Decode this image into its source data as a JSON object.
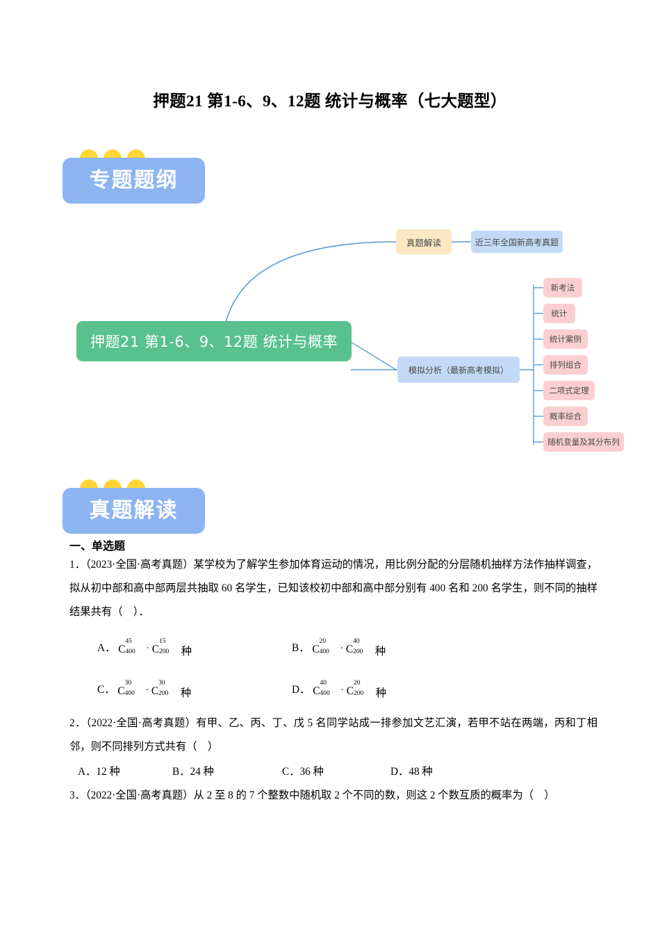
{
  "document": {
    "title": "押题21 第1-6、9、12题 统计与概率（七大题型）"
  },
  "badges": [
    {
      "label": "专题题纲"
    },
    {
      "label": "真题解读"
    }
  ],
  "mindmap": {
    "root": "押题21 第1-6、9、12题 统计与概率",
    "branch_real": "真题解读",
    "branch_real_child": "近三年全国新高考真题",
    "branch_sim": "模拟分析（最新高考模拟）",
    "sim_children": [
      "新考法",
      "统计",
      "统计案例",
      "排列组合",
      "二项式定理",
      "概率综合",
      "随机变量及其分布列"
    ],
    "colors": {
      "root": "#58c18e",
      "yellow": "#fbe7c2",
      "blue": "#c2daf5",
      "pink": "#fbcfd2",
      "line": "#5b9bd5"
    }
  },
  "section": {
    "heading": "一、单选题"
  },
  "questions": [
    {
      "number": "1．",
      "source": "（2023·全国·高考真题）",
      "text": "某学校为了解学生参加体育运动的情况，用比例分配的分层随机抽样方法作抽样调查，拟从初中部和高中部两层共抽取 60 名学生，已知该校初中部和高中部分别有 400 名和 200 名学生，则不同的抽样结果共有（　）．",
      "options": [
        {
          "label": "A．",
          "c1_base": "C",
          "c1_sup": "45",
          "c1_sub": "400",
          "c2_base": "C",
          "c2_sup": "15",
          "c2_sub": "200",
          "unit": "种"
        },
        {
          "label": "B．",
          "c1_base": "C",
          "c1_sup": "20",
          "c1_sub": "400",
          "c2_base": "C",
          "c2_sup": "40",
          "c2_sub": "200",
          "unit": "种"
        },
        {
          "label": "C．",
          "c1_base": "C",
          "c1_sup": "30",
          "c1_sub": "400",
          "c2_base": "C",
          "c2_sup": "30",
          "c2_sub": "200",
          "unit": "种"
        },
        {
          "label": "D．",
          "c1_base": "C",
          "c1_sup": "40",
          "c1_sub": "400",
          "c2_base": "C",
          "c2_sup": "20",
          "c2_sub": "200",
          "unit": "种"
        }
      ]
    },
    {
      "number": "2．",
      "source": "（2022·全国·高考真题）",
      "text": "有甲、乙、丙、丁、戊 5 名同学站成一排参加文艺汇演，若甲不站在两端，丙和丁相邻，则不同排列方式共有（　）",
      "options": [
        {
          "label": "A．",
          "value": "12 种"
        },
        {
          "label": "B．",
          "value": "24 种"
        },
        {
          "label": "C．",
          "value": "36 种"
        },
        {
          "label": "D．",
          "value": "48 种"
        }
      ]
    },
    {
      "number": "3．",
      "source": "（2022·全国·高考真题）",
      "text": "从 2 至 8 的 7 个整数中随机取 2 个不同的数，则这 2 个数互质的概率为（　）",
      "options": []
    }
  ]
}
